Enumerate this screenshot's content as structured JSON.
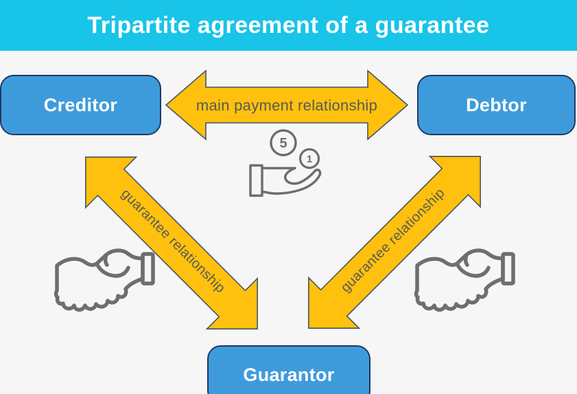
{
  "header": {
    "title": "Tripartite agreement of a guarantee"
  },
  "nodes": {
    "creditor": {
      "label": "Creditor"
    },
    "debtor": {
      "label": "Debtor"
    },
    "guarantor": {
      "label": "Guarantor"
    }
  },
  "relationships": {
    "main": {
      "label": "main payment relationship"
    },
    "left_guarantee": {
      "label": "guarantee relationship"
    },
    "right_guarantee": {
      "label": "guarantee relationship"
    }
  },
  "icons": {
    "coins_in_hand": {
      "name": "coins-in-hand-icon",
      "coin_large_value": "5",
      "coin_small_value": "1"
    },
    "handshake_left": "handshake-icon",
    "handshake_right": "handshake-icon"
  },
  "colors": {
    "header_background": "#18C4E8",
    "title_text": "#FFFFFF",
    "background": "#F6F6F6",
    "node_fill": "#3E9BDB",
    "node_border": "#1F3864",
    "node_text": "#FFFFFF",
    "arrow_fill": "#FFC10D",
    "arrow_border": "#44546A",
    "label_text": "#595959",
    "icon_stroke": "#6E6E6E"
  }
}
